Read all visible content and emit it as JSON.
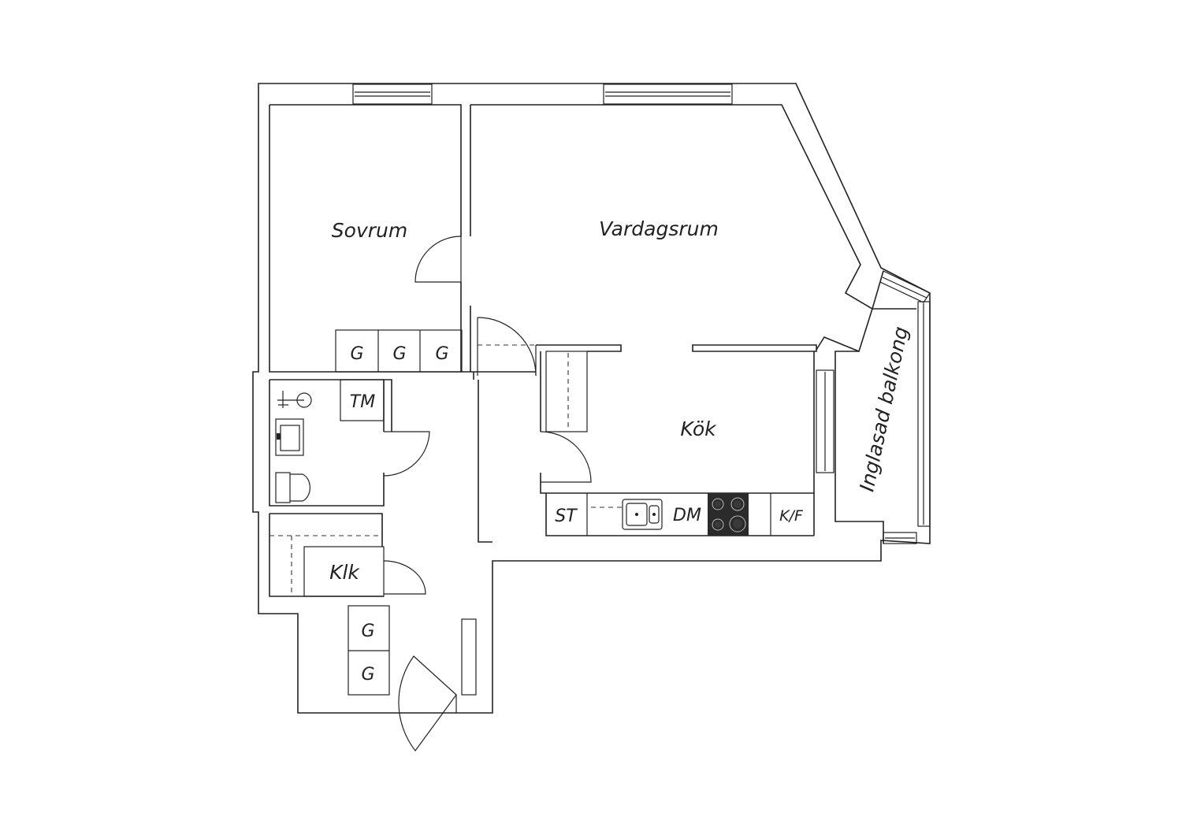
{
  "rooms": {
    "sovrum": "Sovrum",
    "vardagsrum": "Vardagsrum",
    "kok": "Kök",
    "balkong": "Inglasad balkong",
    "klk": "Klk"
  },
  "fixtures": {
    "garderob": "G",
    "tvattmaskin": "TM",
    "stadskap": "ST",
    "diskmaskin": "DM",
    "kyl_frys": "K/F"
  },
  "colors": {
    "line": "#222222",
    "stove": "#2b2b2b",
    "background": "#ffffff"
  }
}
